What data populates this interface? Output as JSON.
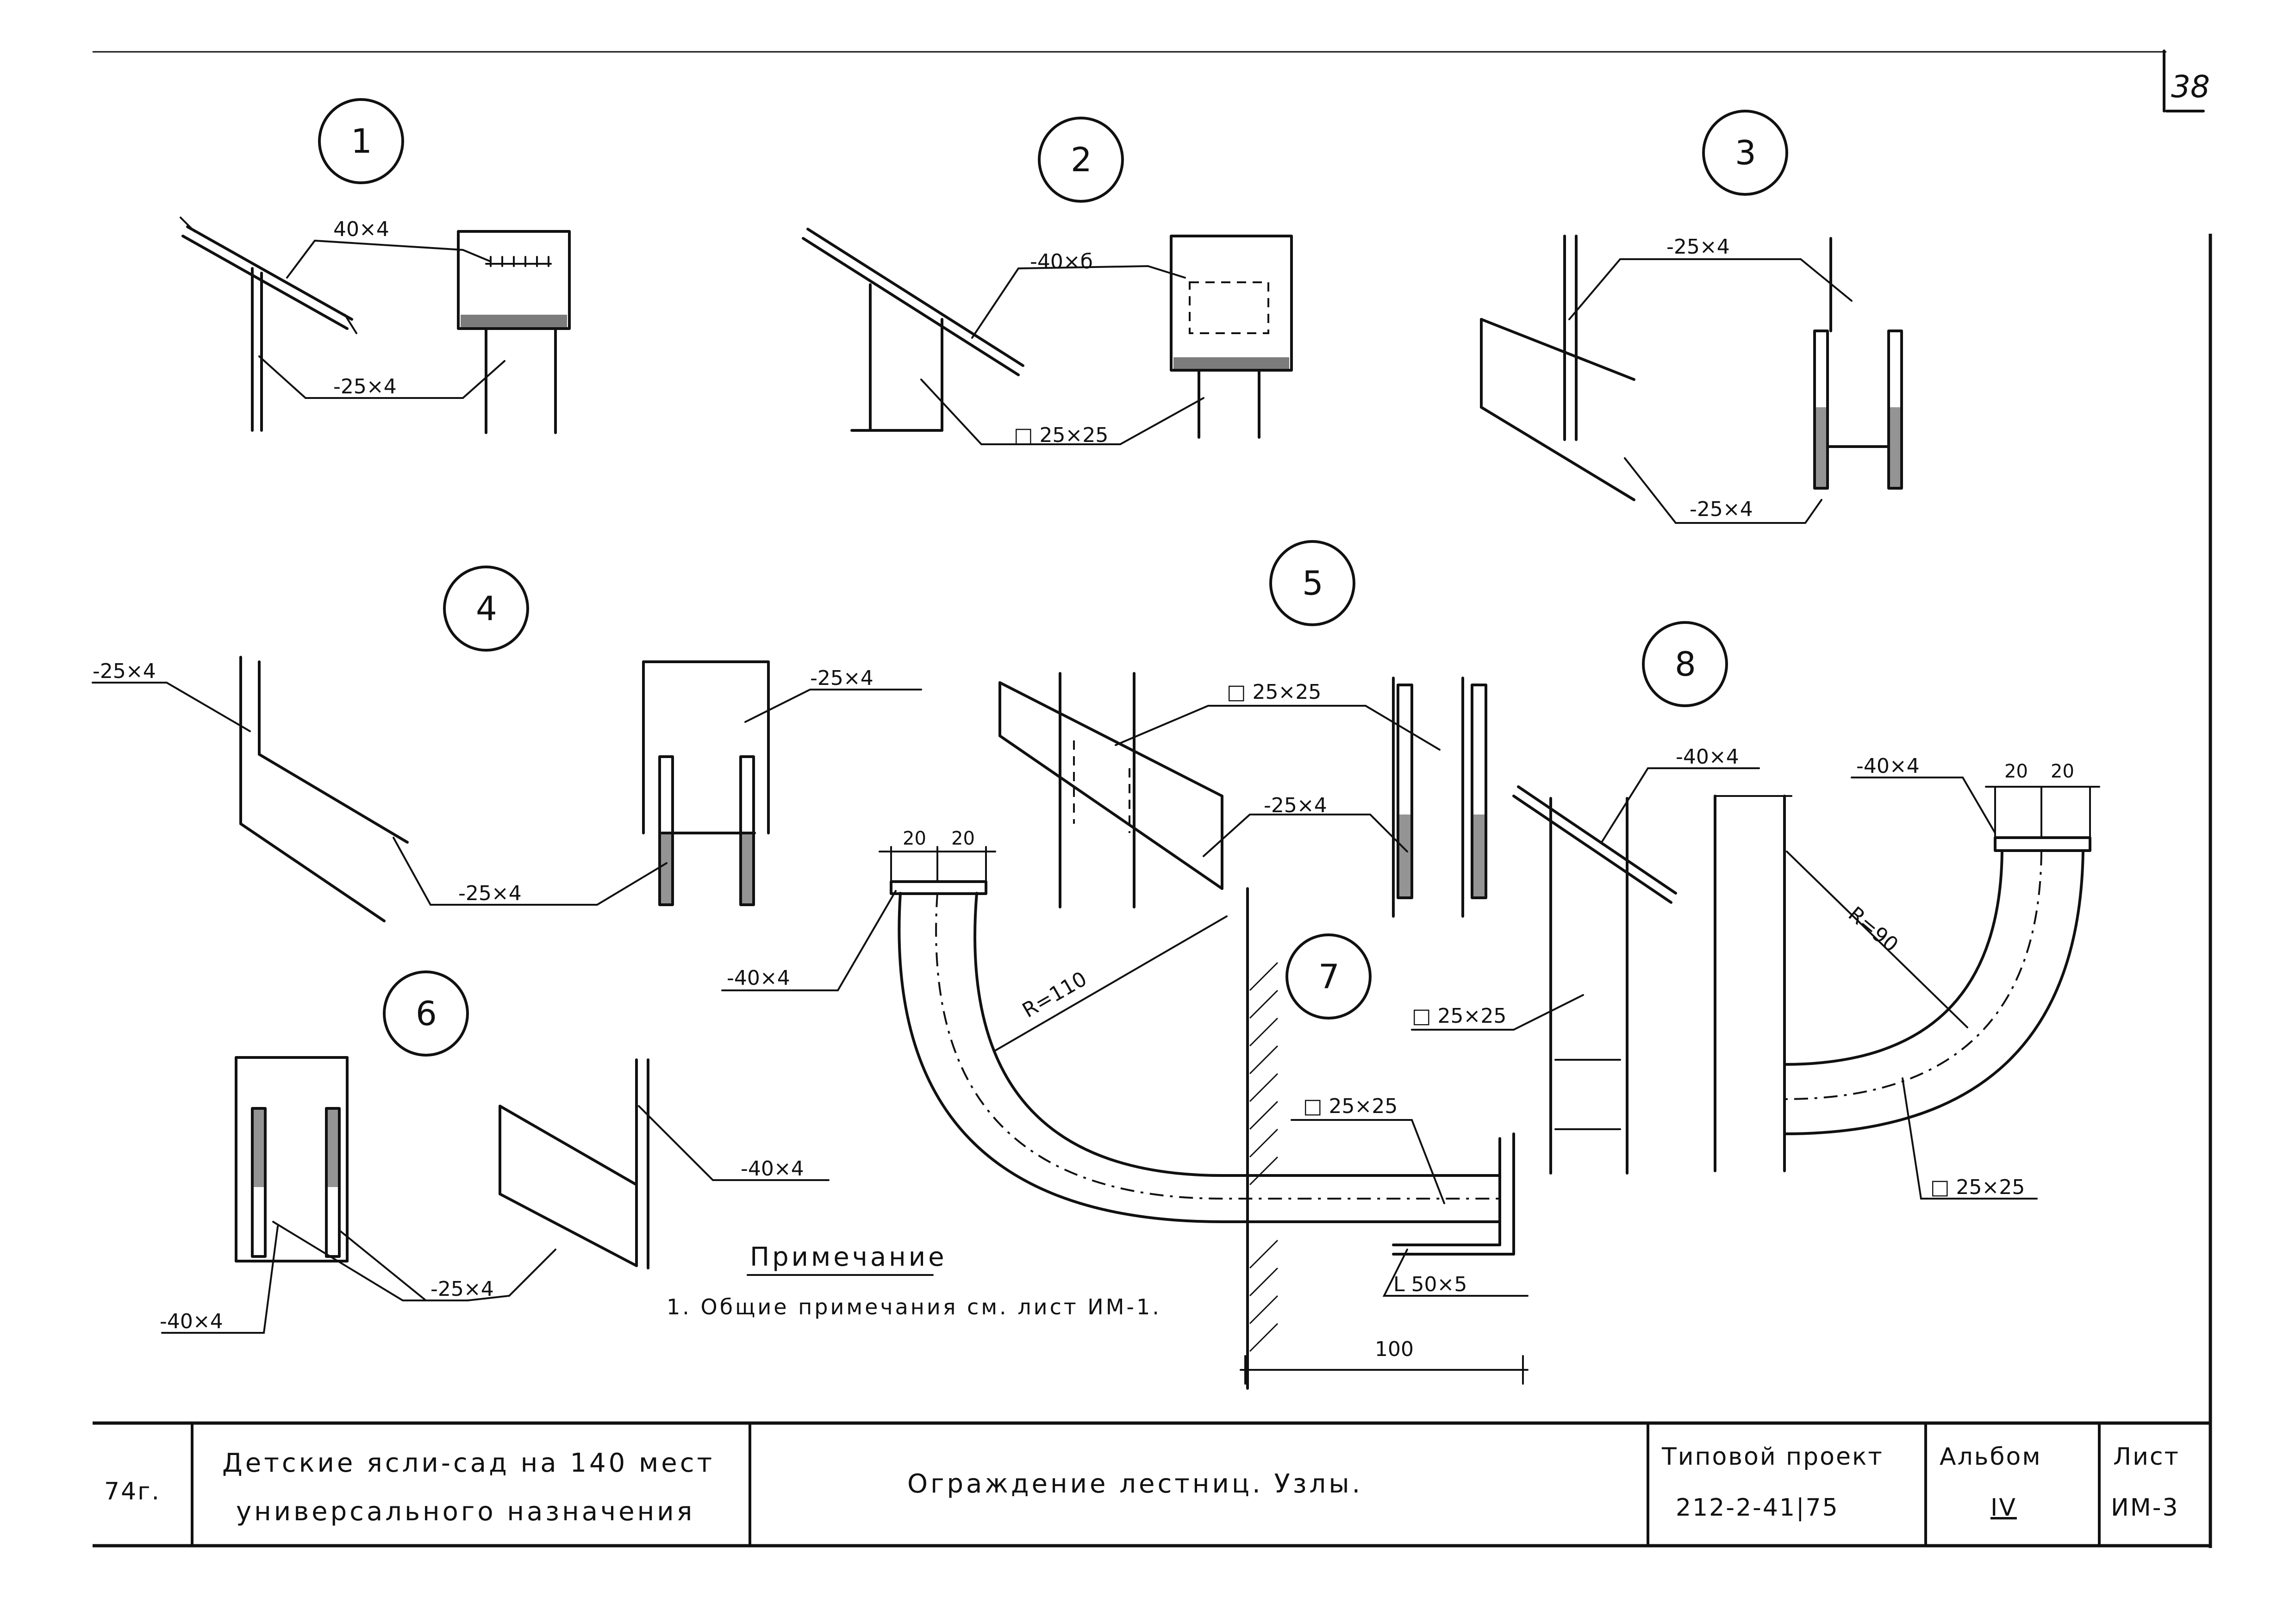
{
  "sheet_number": "38",
  "details": [
    {
      "id": "1",
      "labels": [
        "40×4",
        "-25×4"
      ]
    },
    {
      "id": "2",
      "labels": [
        "-40×б",
        "□ 25×25"
      ]
    },
    {
      "id": "3",
      "labels": [
        "-25×4",
        "-25×4"
      ]
    },
    {
      "id": "4",
      "labels": [
        "-25×4",
        "-25×4",
        "-25×4"
      ]
    },
    {
      "id": "5",
      "labels": [
        "□ 25×25",
        "-25×4"
      ]
    },
    {
      "id": "6",
      "labels": [
        "-40×4",
        "-25×4",
        "-40×4"
      ]
    },
    {
      "id": "7",
      "labels": [
        "-40×4",
        "R=110",
        "□ 25×25",
        "L 50×5",
        "100",
        "20",
        "20"
      ]
    },
    {
      "id": "8",
      "labels": [
        "-40×4",
        "□ 25×25",
        "-40×4",
        "R=90",
        "□ 25×25",
        "20",
        "20"
      ]
    }
  ],
  "note": {
    "heading": "Примечание",
    "text": "1. Общие примечания см. лист ИМ-1."
  },
  "title_block": {
    "year": "74г.",
    "object_line1": "Детские ясли-сад на 140 мест",
    "object_line2": "универсального назначения",
    "drawing_title": "Ограждение лестниц. Узлы.",
    "project_label": "Типовой проект",
    "project_number": "212-2-41|75",
    "album_label": "Альбом",
    "album_value": "IV",
    "sheet_label": "Лист",
    "sheet_value": "ИМ-3"
  }
}
